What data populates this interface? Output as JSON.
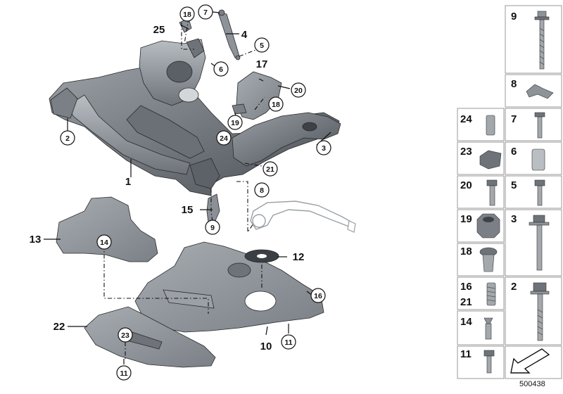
{
  "diagram": {
    "callouts": [
      {
        "num": "1"
      },
      {
        "num": "2"
      },
      {
        "num": "3"
      },
      {
        "num": "4"
      },
      {
        "num": "5"
      },
      {
        "num": "6"
      },
      {
        "num": "7"
      },
      {
        "num": "8"
      },
      {
        "num": "9"
      },
      {
        "num": "10"
      },
      {
        "num": "11"
      },
      {
        "num": "11"
      },
      {
        "num": "12"
      },
      {
        "num": "13"
      },
      {
        "num": "14"
      },
      {
        "num": "15"
      },
      {
        "num": "16"
      },
      {
        "num": "17"
      },
      {
        "num": "18"
      },
      {
        "num": "18"
      },
      {
        "num": "19"
      },
      {
        "num": "20"
      },
      {
        "num": "21"
      },
      {
        "num": "22"
      },
      {
        "num": "23"
      },
      {
        "num": "24"
      },
      {
        "num": "25"
      }
    ],
    "parts_panel": [
      {
        "num": "9"
      },
      {
        "num": "8"
      },
      {
        "num": "24"
      },
      {
        "num": "7"
      },
      {
        "num": "23"
      },
      {
        "num": "6"
      },
      {
        "num": "20"
      },
      {
        "num": "5"
      },
      {
        "num": "19"
      },
      {
        "num": "3"
      },
      {
        "num": "18"
      },
      {
        "num": "16"
      },
      {
        "num": "21"
      },
      {
        "num": "2"
      },
      {
        "num": "14"
      },
      {
        "num": "11"
      }
    ],
    "doc_id": "500438",
    "colors": {
      "part_fill": "#8d9399",
      "part_dark": "#50565c",
      "part_light": "#c4c8cc",
      "line": "#111111"
    }
  }
}
